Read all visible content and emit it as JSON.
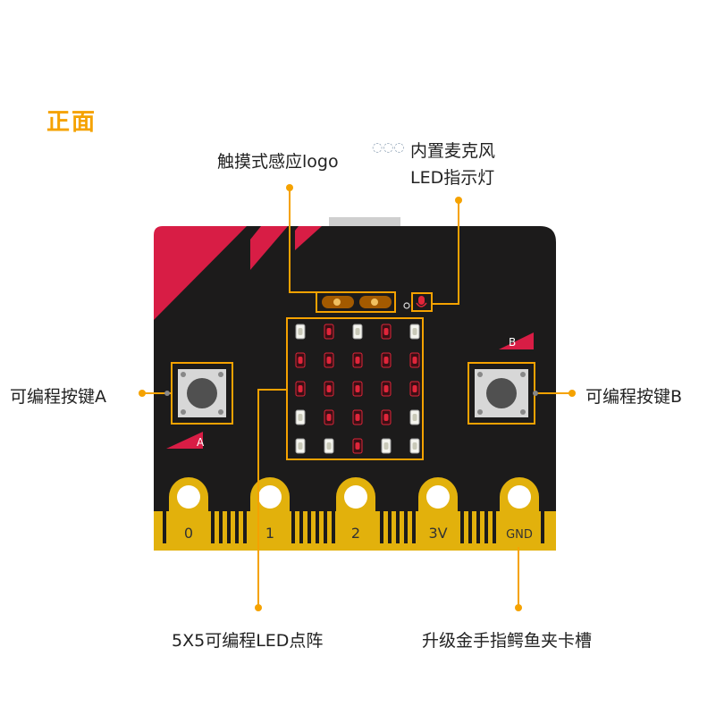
{
  "header": {
    "side_label": "正面"
  },
  "callouts": {
    "touch_logo": "触摸式感应logo",
    "microphone": "内置麦克风",
    "mic_led": "LED指示灯",
    "button_a": "可编程按键A",
    "button_b": "可编程按键B",
    "led_matrix": "5X5可编程LED点阵",
    "edge_connector": "升级金手指鳄鱼夹卡槽"
  },
  "board": {
    "button_a_tag": "A",
    "button_b_tag": "B",
    "pins": [
      "0",
      "1",
      "2",
      "3V",
      "GND"
    ],
    "led_pattern": [
      [
        0,
        1,
        0,
        1,
        0
      ],
      [
        1,
        1,
        1,
        1,
        1
      ],
      [
        1,
        1,
        1,
        1,
        1
      ],
      [
        0,
        1,
        1,
        1,
        0
      ],
      [
        0,
        0,
        1,
        0,
        0
      ]
    ]
  },
  "colors": {
    "accent": "#f5a200",
    "board": "#1c1b1b",
    "red": "#d81d45",
    "gold": "#e2b10c",
    "led_on": "#e0253a",
    "led_off": "#f4f4ee"
  }
}
